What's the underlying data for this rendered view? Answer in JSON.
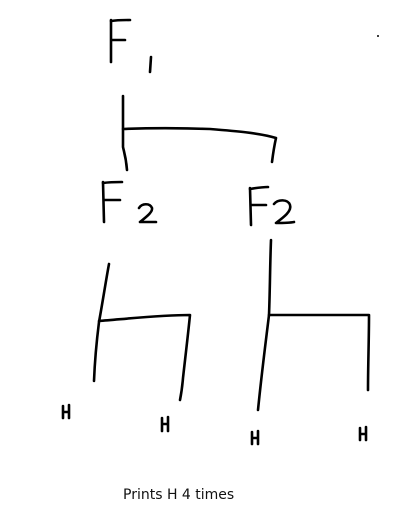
{
  "diagram": {
    "root_label": "F1",
    "child_left_label": "F2",
    "child_right_label": "F2",
    "leaf_labels": [
      "H",
      "H",
      "H",
      "H"
    ]
  },
  "caption": "Prints H 4 times",
  "colors": {
    "ink": "#000000",
    "background": "#ffffff"
  }
}
